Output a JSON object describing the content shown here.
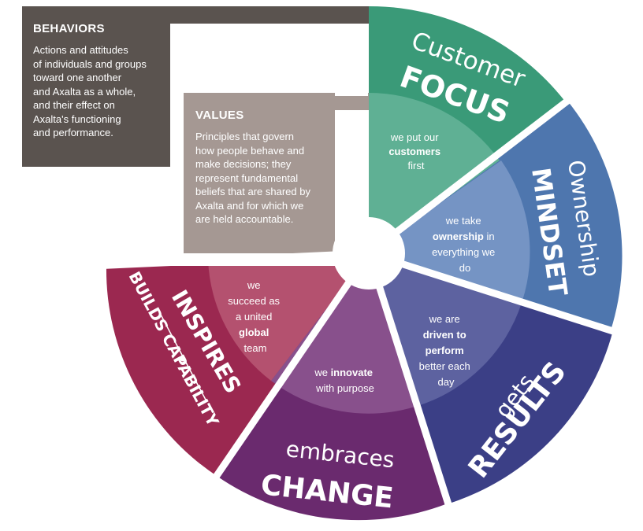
{
  "behaviors": {
    "title": "BEHAVIORS",
    "text": "Actions and attitudes\nof individuals and groups\ntoward one another\nand Axalta as a whole,\nand their effect on\nAxalta's functioning\nand performance."
  },
  "values": {
    "title": "VALUES",
    "text": "Principles that govern\nhow people behave and\nmake decisions; they\nrepresent fundamental\nbeliefs that are shared by\nAxalta and for which we\nare held accountable."
  },
  "segments": {
    "customer": {
      "word1": "Customer",
      "word2": "FOCUS",
      "l1": "we put our",
      "l2": "customers",
      "l3": "first",
      "color_outer": "#3a9a78",
      "color_inner": "#5fb094"
    },
    "ownership": {
      "word1": "Ownership",
      "word2": "MINDSET",
      "l1": "we take",
      "l2a": "ownership",
      "l2b": " in",
      "l3": "everything we",
      "l4": "do",
      "color_outer": "#4e76ae",
      "color_inner": "#7594c4"
    },
    "results": {
      "word1": "gets",
      "word2": "RESULTS",
      "l1": "we are",
      "l2": "driven to",
      "l3": "perform",
      "l4": "better each",
      "l5": "day",
      "color_outer": "#3b3f86",
      "color_inner": "#5d62a0"
    },
    "change": {
      "word1": "embraces",
      "word2": "CHANGE",
      "l1a": "we ",
      "l1b": "innovate",
      "l2": "with purpose",
      "color_outer": "#6a2a6e",
      "color_inner": "#88508c"
    },
    "inspires": {
      "word1": "INSPIRES",
      "word2": "BUILDS CAPABILITY",
      "l1": "we",
      "l2": "succeed as",
      "l3": "a united",
      "l4": "global",
      "l5": "team",
      "color_outer": "#9b2850",
      "color_inner": "#b4516f"
    }
  },
  "colors": {
    "behaviors_panel": "#5a534f",
    "values_panel": "#a59893"
  }
}
